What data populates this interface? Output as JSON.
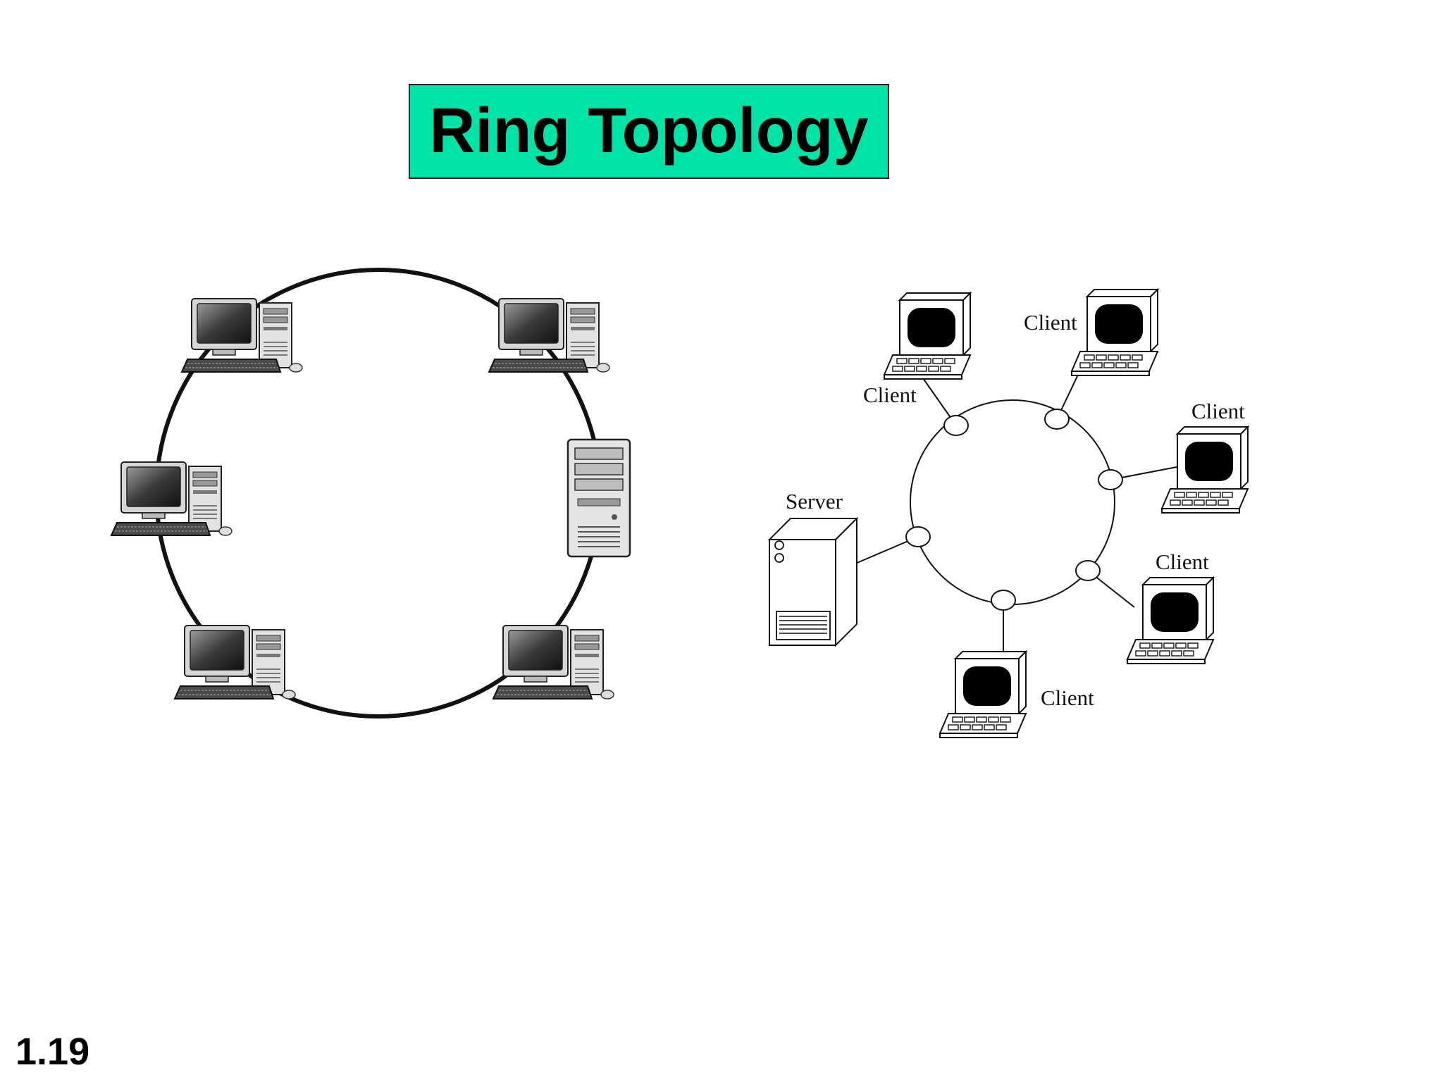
{
  "title": "Ring Topology",
  "slide_number": "1.19",
  "right_diagram": {
    "server_label": "Server",
    "client_labels": [
      "Client",
      "Client",
      "Client",
      "Client",
      "Client"
    ]
  },
  "colors": {
    "title_background": "#00e3a6",
    "ring_stroke": "#111111"
  }
}
